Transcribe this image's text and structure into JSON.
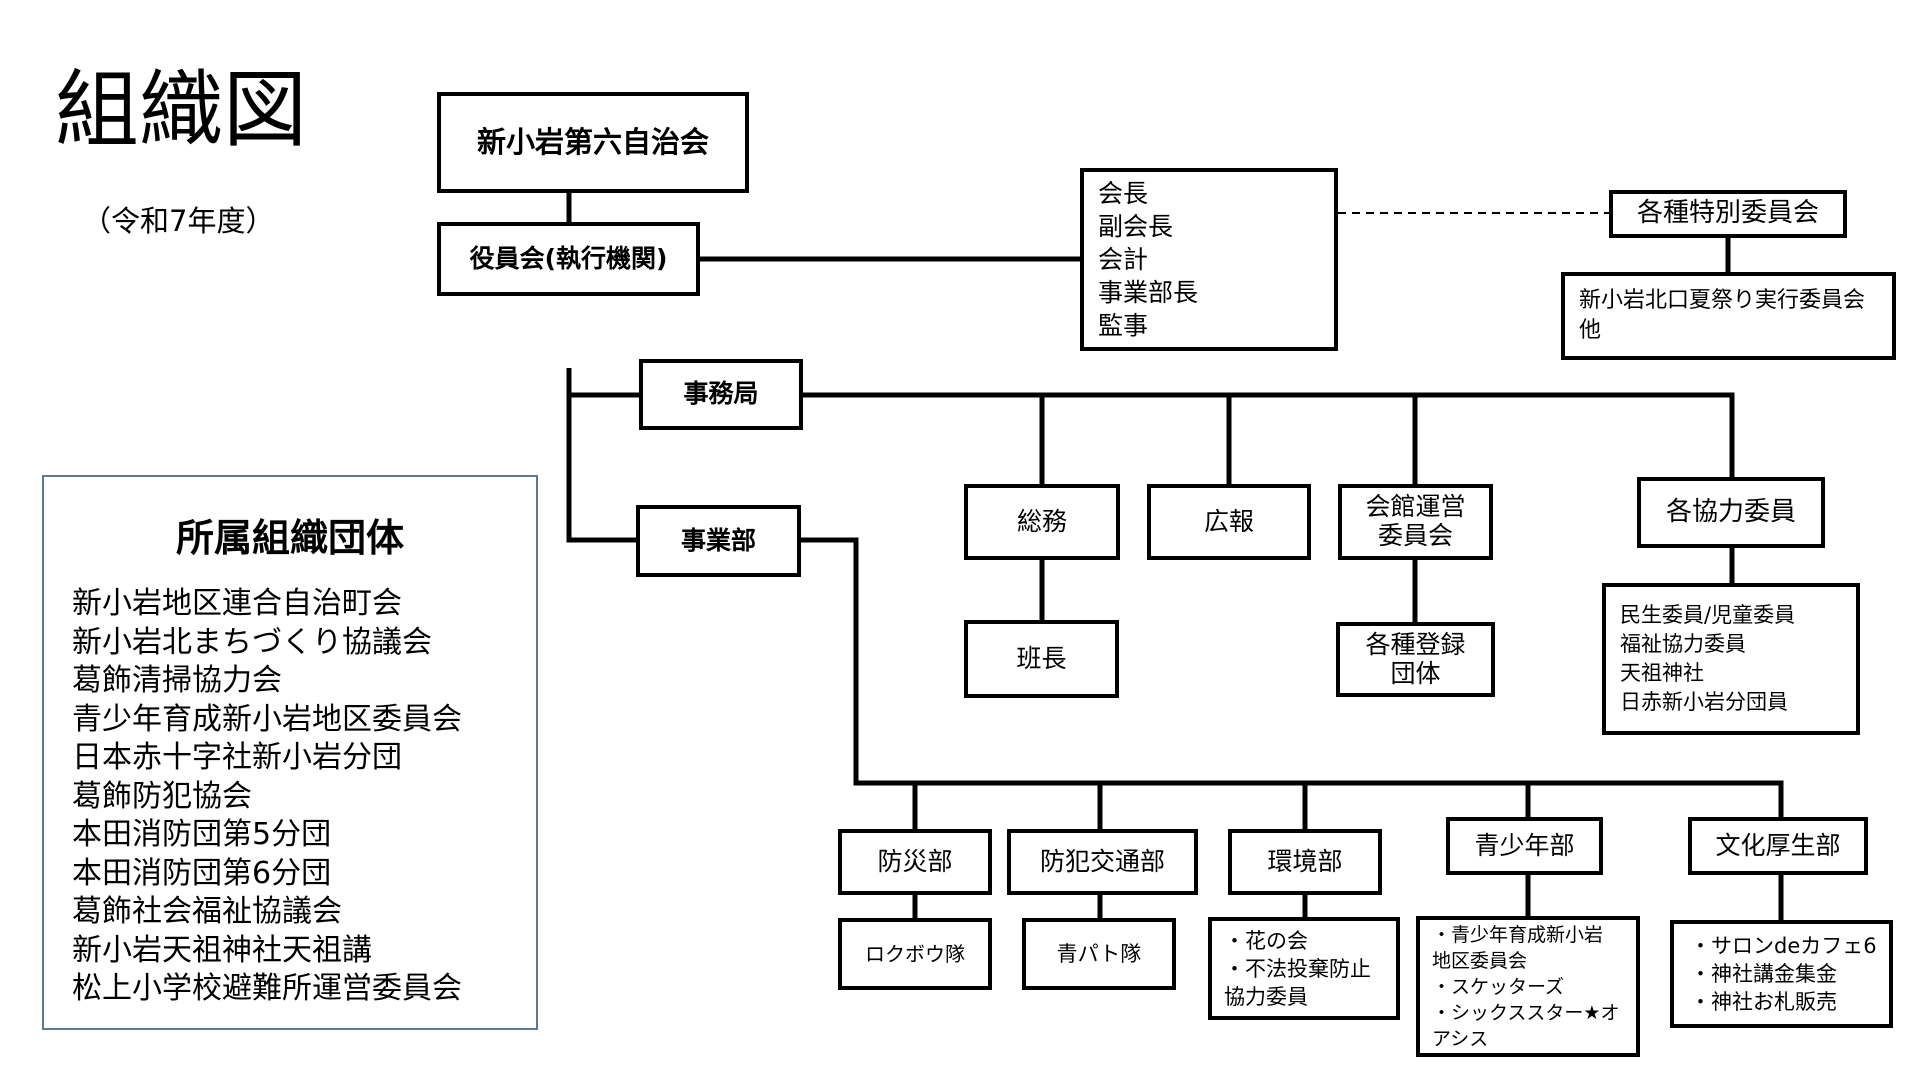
{
  "title": "組織図",
  "subtitle": "（令和7年度）",
  "root": "新小岩第六自治会",
  "executive": "役員会(執行機関)",
  "officers": [
    "会長",
    "副会長",
    "会計",
    "事業部長",
    "監事"
  ],
  "special_committee": {
    "label": "各種特別委員会",
    "details": [
      "新小岩北口夏祭り実行委員会",
      "他"
    ]
  },
  "secretariat": {
    "label": "事務局",
    "units": [
      {
        "label": "総務",
        "child": "班長"
      },
      {
        "label": "広報"
      },
      {
        "label_lines": [
          "会館運営",
          "委員会"
        ],
        "child_lines": [
          "各種登録",
          "団体"
        ]
      },
      {
        "label": "各協力委員",
        "child_lines": [
          "民生委員/児童委員",
          "福祉協力委員",
          "天祖神社",
          "日赤新小岩分団員"
        ]
      }
    ]
  },
  "business": {
    "label": "事業部",
    "departments": [
      {
        "label": "防災部",
        "child_lines": [
          "ロクボウ隊"
        ]
      },
      {
        "label": "防犯交通部",
        "child_lines": [
          "青パト隊"
        ]
      },
      {
        "label": "環境部",
        "child_lines": [
          "・花の会",
          "・不法投棄防止",
          "協力委員"
        ]
      },
      {
        "label": "青少年部",
        "child_lines": [
          "・青少年育成新小岩",
          "地区委員会",
          "・スケッターズ",
          "・シックススター★オ",
          "アシス"
        ]
      },
      {
        "label": "文化厚生部",
        "child_lines": [
          "・サロンdeカフェ6",
          "・神社講金集金",
          "・神社お札販売"
        ]
      }
    ]
  },
  "affiliates": {
    "heading": "所属組織団体",
    "items": [
      "新小岩地区連合自治町会",
      "新小岩北まちづくり協議会",
      "葛飾清掃協力会",
      "青少年育成新小岩地区委員会",
      "日本赤十字社新小岩分団",
      "葛飾防犯協会",
      "本田消防団第5分団",
      "本田消防団第6分団",
      "葛飾社会福祉協議会",
      "新小岩天祖神社天祖講",
      "松上小学校避難所運営委員会"
    ]
  },
  "colors": {
    "line": "#000000",
    "affiliates_border": "#5b7b93"
  }
}
